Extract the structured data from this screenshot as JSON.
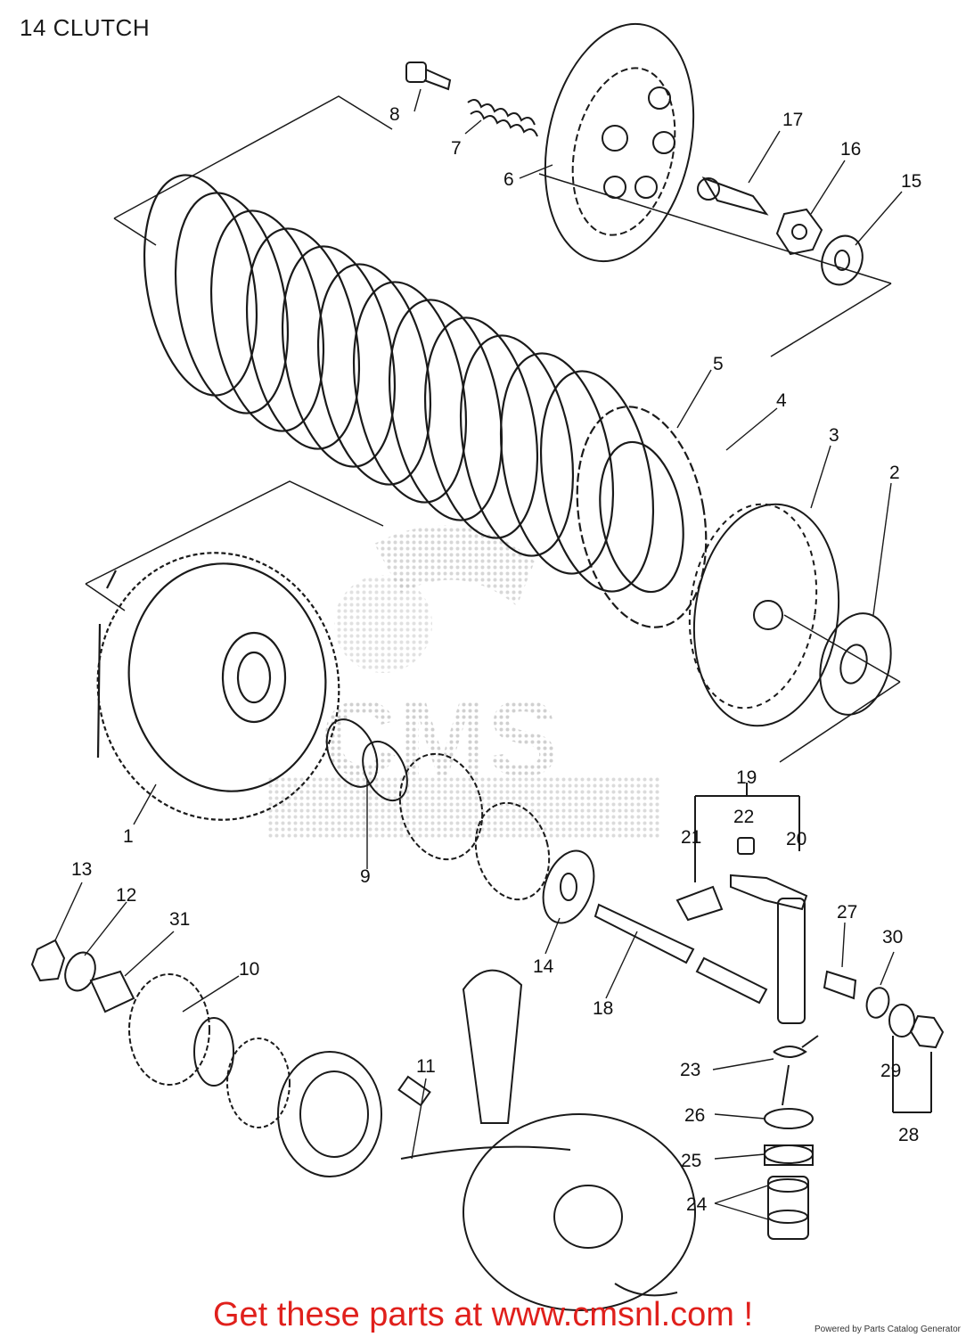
{
  "title": "14 CLUTCH",
  "watermark_text": "CMS",
  "callouts": {
    "n1": "1",
    "n2": "2",
    "n3": "3",
    "n4": "4",
    "n5": "5",
    "n6": "6",
    "n7": "7",
    "n8": "8",
    "n9": "9",
    "n10": "10",
    "n11": "11",
    "n12": "12",
    "n13": "13",
    "n14": "14",
    "n15": "15",
    "n16": "16",
    "n17": "17",
    "n18": "18",
    "n19": "19",
    "n20": "20",
    "n21": "21",
    "n22": "22",
    "n23": "23",
    "n24": "24",
    "n25": "25",
    "n26": "26",
    "n27": "27",
    "n28": "28",
    "n29": "29",
    "n30": "30",
    "n31": "31"
  },
  "footer": {
    "banner": "Get these parts at www.cmsnl.com !",
    "credit": "Powered by Parts Catalog Generator"
  },
  "colors": {
    "line": "#1a1a1a",
    "banner": "#e0201c",
    "watermark": "#b8b8b8"
  }
}
